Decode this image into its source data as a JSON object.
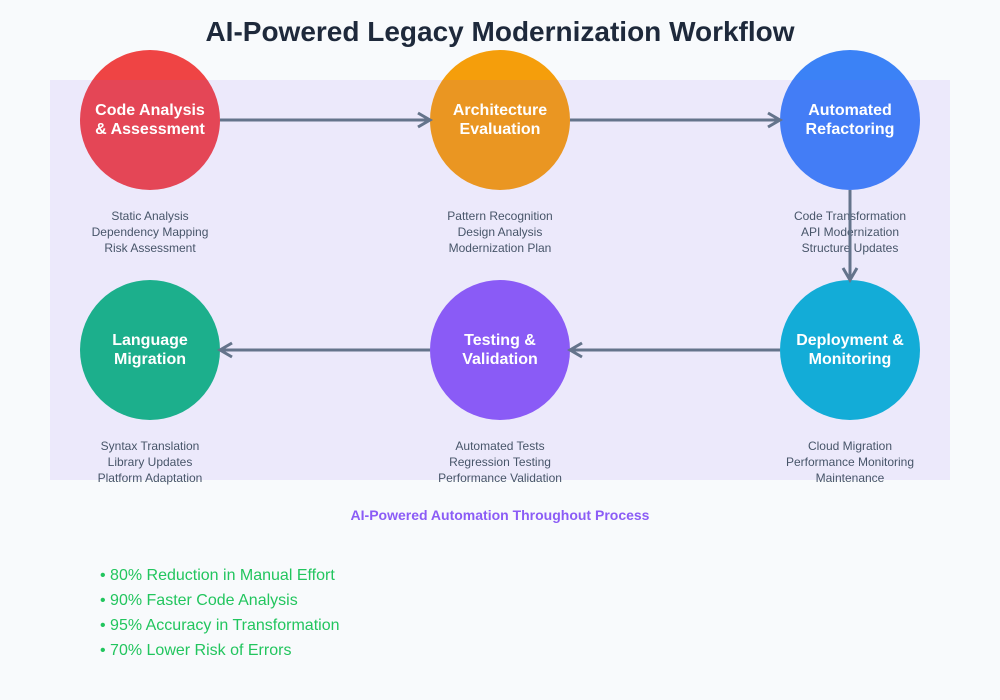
{
  "title": "AI-Powered Legacy Modernization Workflow",
  "colors": {
    "background": "#f8fafc",
    "band": "#8b5cf6",
    "edge": "#64748b",
    "benefit": "#22c55e"
  },
  "nodes": [
    {
      "id": "code-analysis",
      "lines": [
        "Code Analysis",
        "& Assessment"
      ],
      "color": "#ef4444",
      "details": [
        "Static Analysis",
        "Dependency Mapping",
        "Risk Assessment"
      ]
    },
    {
      "id": "architecture",
      "lines": [
        "Architecture",
        "Evaluation"
      ],
      "color": "#f59e0b",
      "details": [
        "Pattern Recognition",
        "Design Analysis",
        "Modernization Plan"
      ]
    },
    {
      "id": "refactoring",
      "lines": [
        "Automated",
        "Refactoring"
      ],
      "color": "#3b82f6",
      "details": [
        "Code Transformation",
        "API Modernization",
        "Structure Updates"
      ]
    },
    {
      "id": "language-migration",
      "lines": [
        "Language",
        "Migration"
      ],
      "color": "#10b981",
      "details": [
        "Syntax Translation",
        "Library Updates",
        "Platform Adaptation"
      ]
    },
    {
      "id": "testing",
      "lines": [
        "Testing &",
        "Validation"
      ],
      "color": "#8b5cf6",
      "details": [
        "Automated Tests",
        "Regression Testing",
        "Performance Validation"
      ]
    },
    {
      "id": "deployment",
      "lines": [
        "Deployment &",
        "Monitoring"
      ],
      "color": "#06b6d4",
      "details": [
        "Cloud Migration",
        "Performance Monitoring",
        "Maintenance"
      ]
    }
  ],
  "caption": "AI-Powered Automation Throughout Process",
  "benefits": [
    "• 80% Reduction in Manual Effort",
    "• 90% Faster Code Analysis",
    "• 95% Accuracy in Transformation",
    "• 70% Lower Risk of Errors"
  ]
}
